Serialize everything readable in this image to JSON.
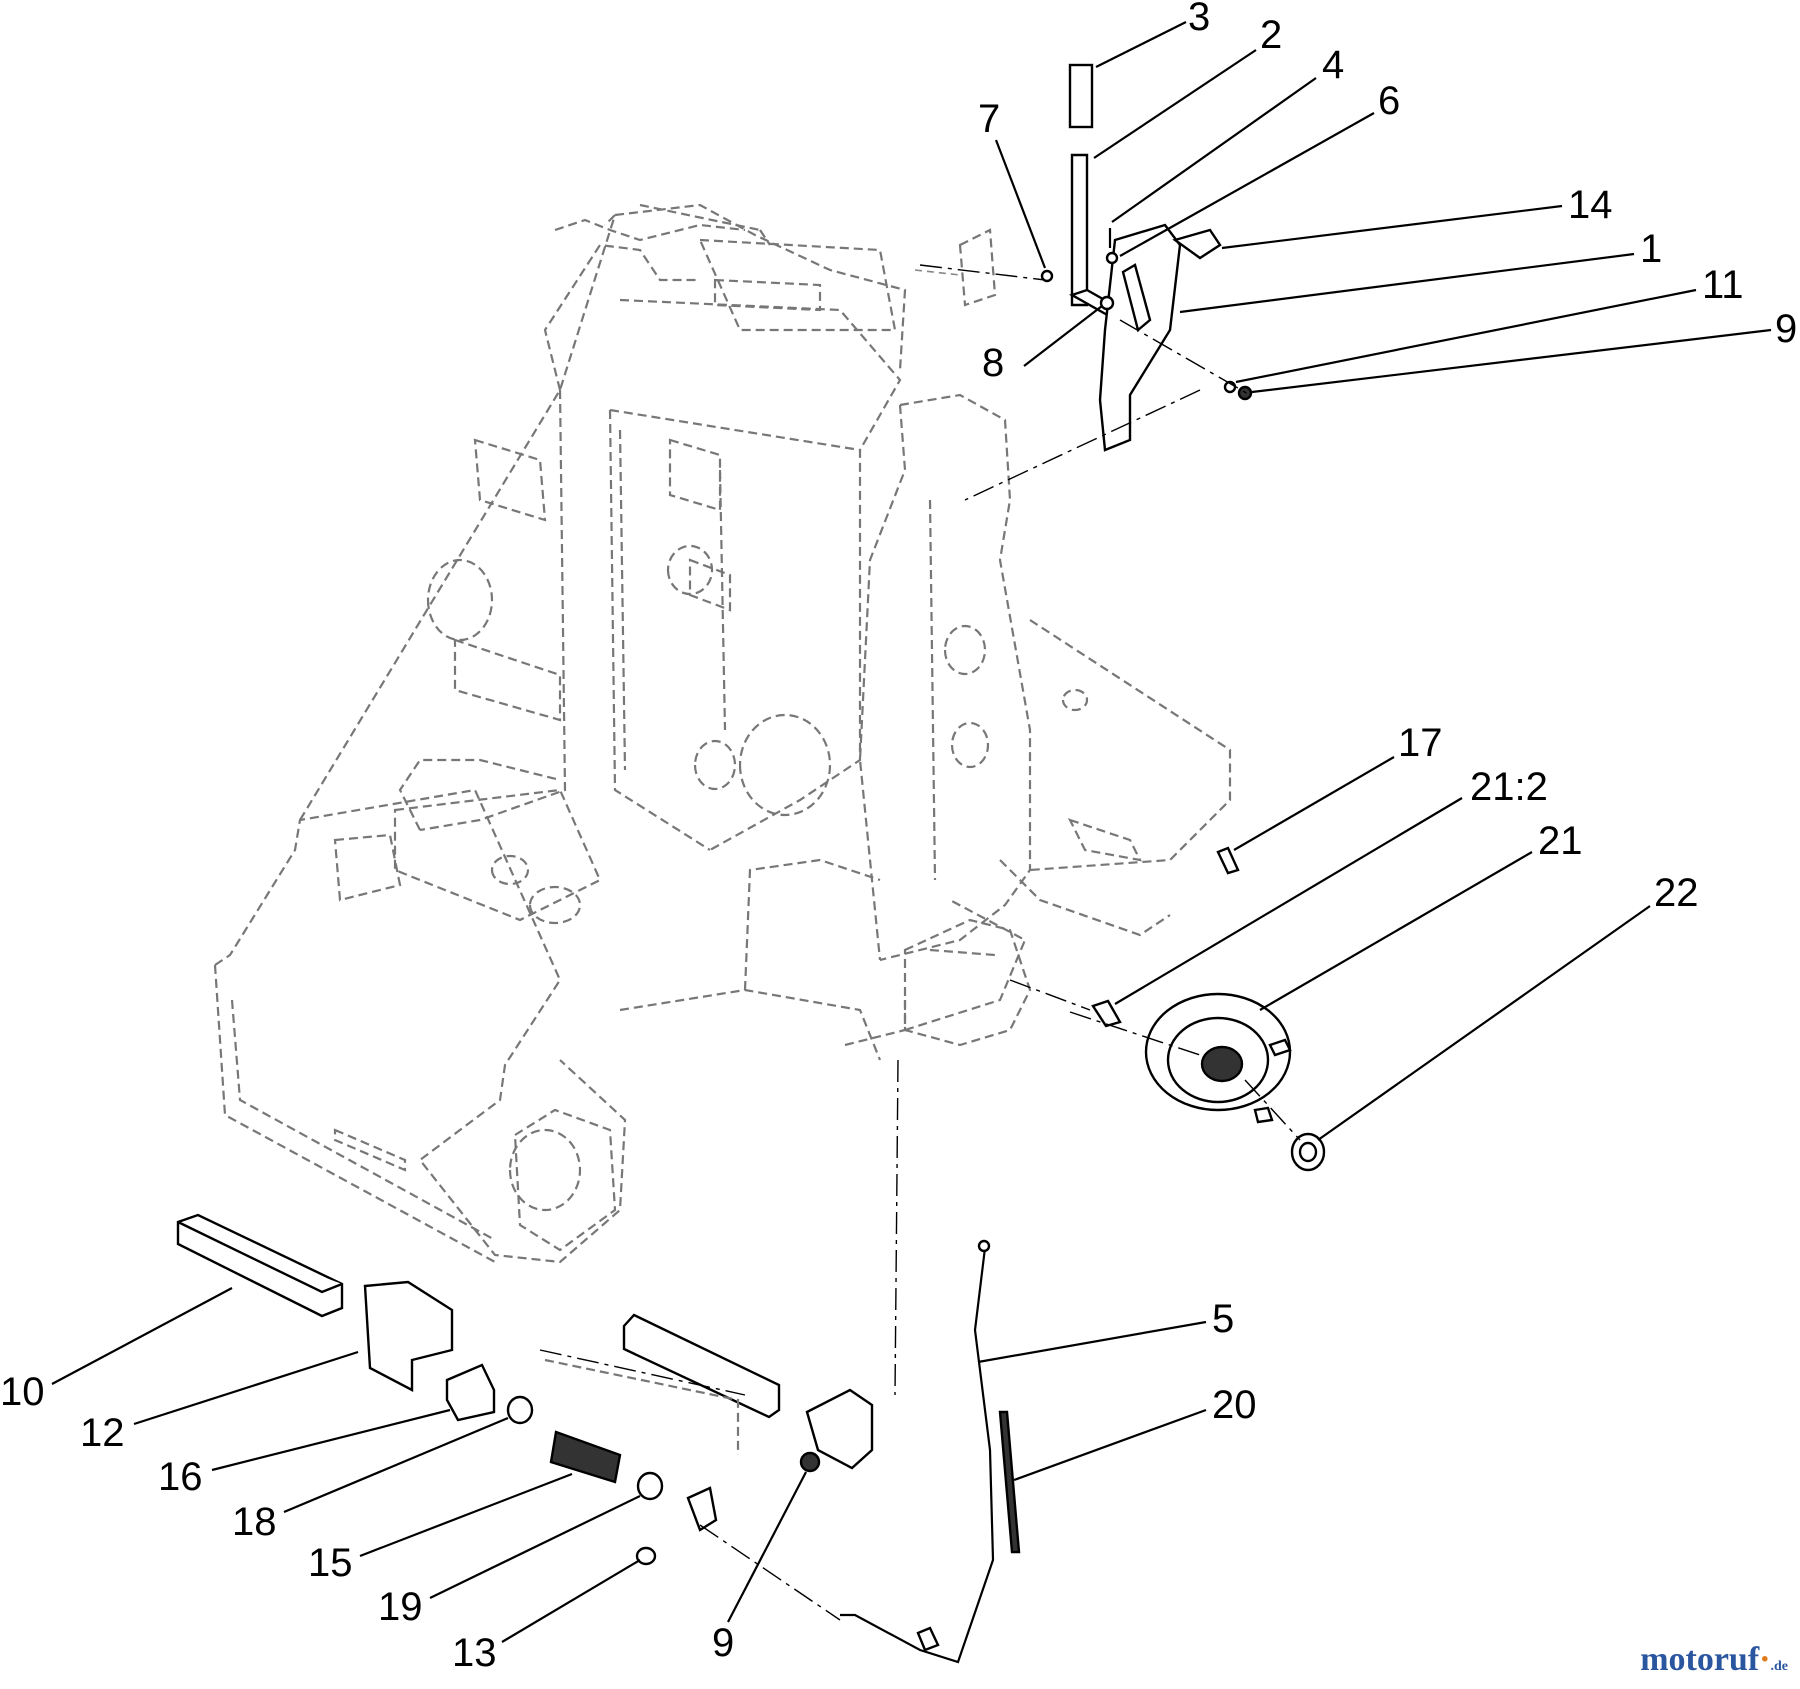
{
  "diagram": {
    "callouts": [
      {
        "id": "3",
        "label": "3"
      },
      {
        "id": "2",
        "label": "2"
      },
      {
        "id": "4",
        "label": "4"
      },
      {
        "id": "6",
        "label": "6"
      },
      {
        "id": "7",
        "label": "7"
      },
      {
        "id": "14",
        "label": "14"
      },
      {
        "id": "1",
        "label": "1"
      },
      {
        "id": "11",
        "label": "11"
      },
      {
        "id": "9a",
        "label": "9"
      },
      {
        "id": "8",
        "label": "8"
      },
      {
        "id": "17",
        "label": "17"
      },
      {
        "id": "21-2",
        "label": "21:2"
      },
      {
        "id": "21",
        "label": "21"
      },
      {
        "id": "22",
        "label": "22"
      },
      {
        "id": "5",
        "label": "5"
      },
      {
        "id": "20",
        "label": "20"
      },
      {
        "id": "10",
        "label": "10"
      },
      {
        "id": "12",
        "label": "12"
      },
      {
        "id": "16",
        "label": "16"
      },
      {
        "id": "18",
        "label": "18"
      },
      {
        "id": "15",
        "label": "15"
      },
      {
        "id": "19",
        "label": "19"
      },
      {
        "id": "13",
        "label": "13"
      },
      {
        "id": "9b",
        "label": "9"
      }
    ]
  },
  "watermark": {
    "main": "motoruf",
    "accent": "·",
    "suffix": ".de"
  }
}
